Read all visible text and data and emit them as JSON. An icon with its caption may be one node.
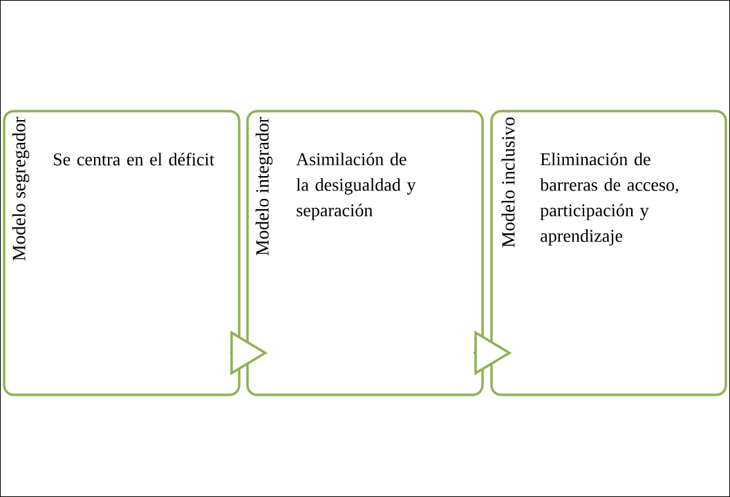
{
  "diagram": {
    "nodes": [
      {
        "text": [
          "Modelo segregador",
          "Se centra en el déficit"
        ]
      },
      {
        "text": [
          "Modelo integrador",
          "Asimilación de la desigualdad y separación"
        ]
      },
      {
        "text": [
          "Modelo inclusivo",
          "Eliminación de barreras de acceso, participación y aprendizaje"
        ]
      }
    ],
    "edges": [
      {
        "from": 0,
        "to": 1,
        "arrow": "to"
      },
      {
        "from": 1,
        "to": 2,
        "arrow": "to"
      }
    ]
  }
}
